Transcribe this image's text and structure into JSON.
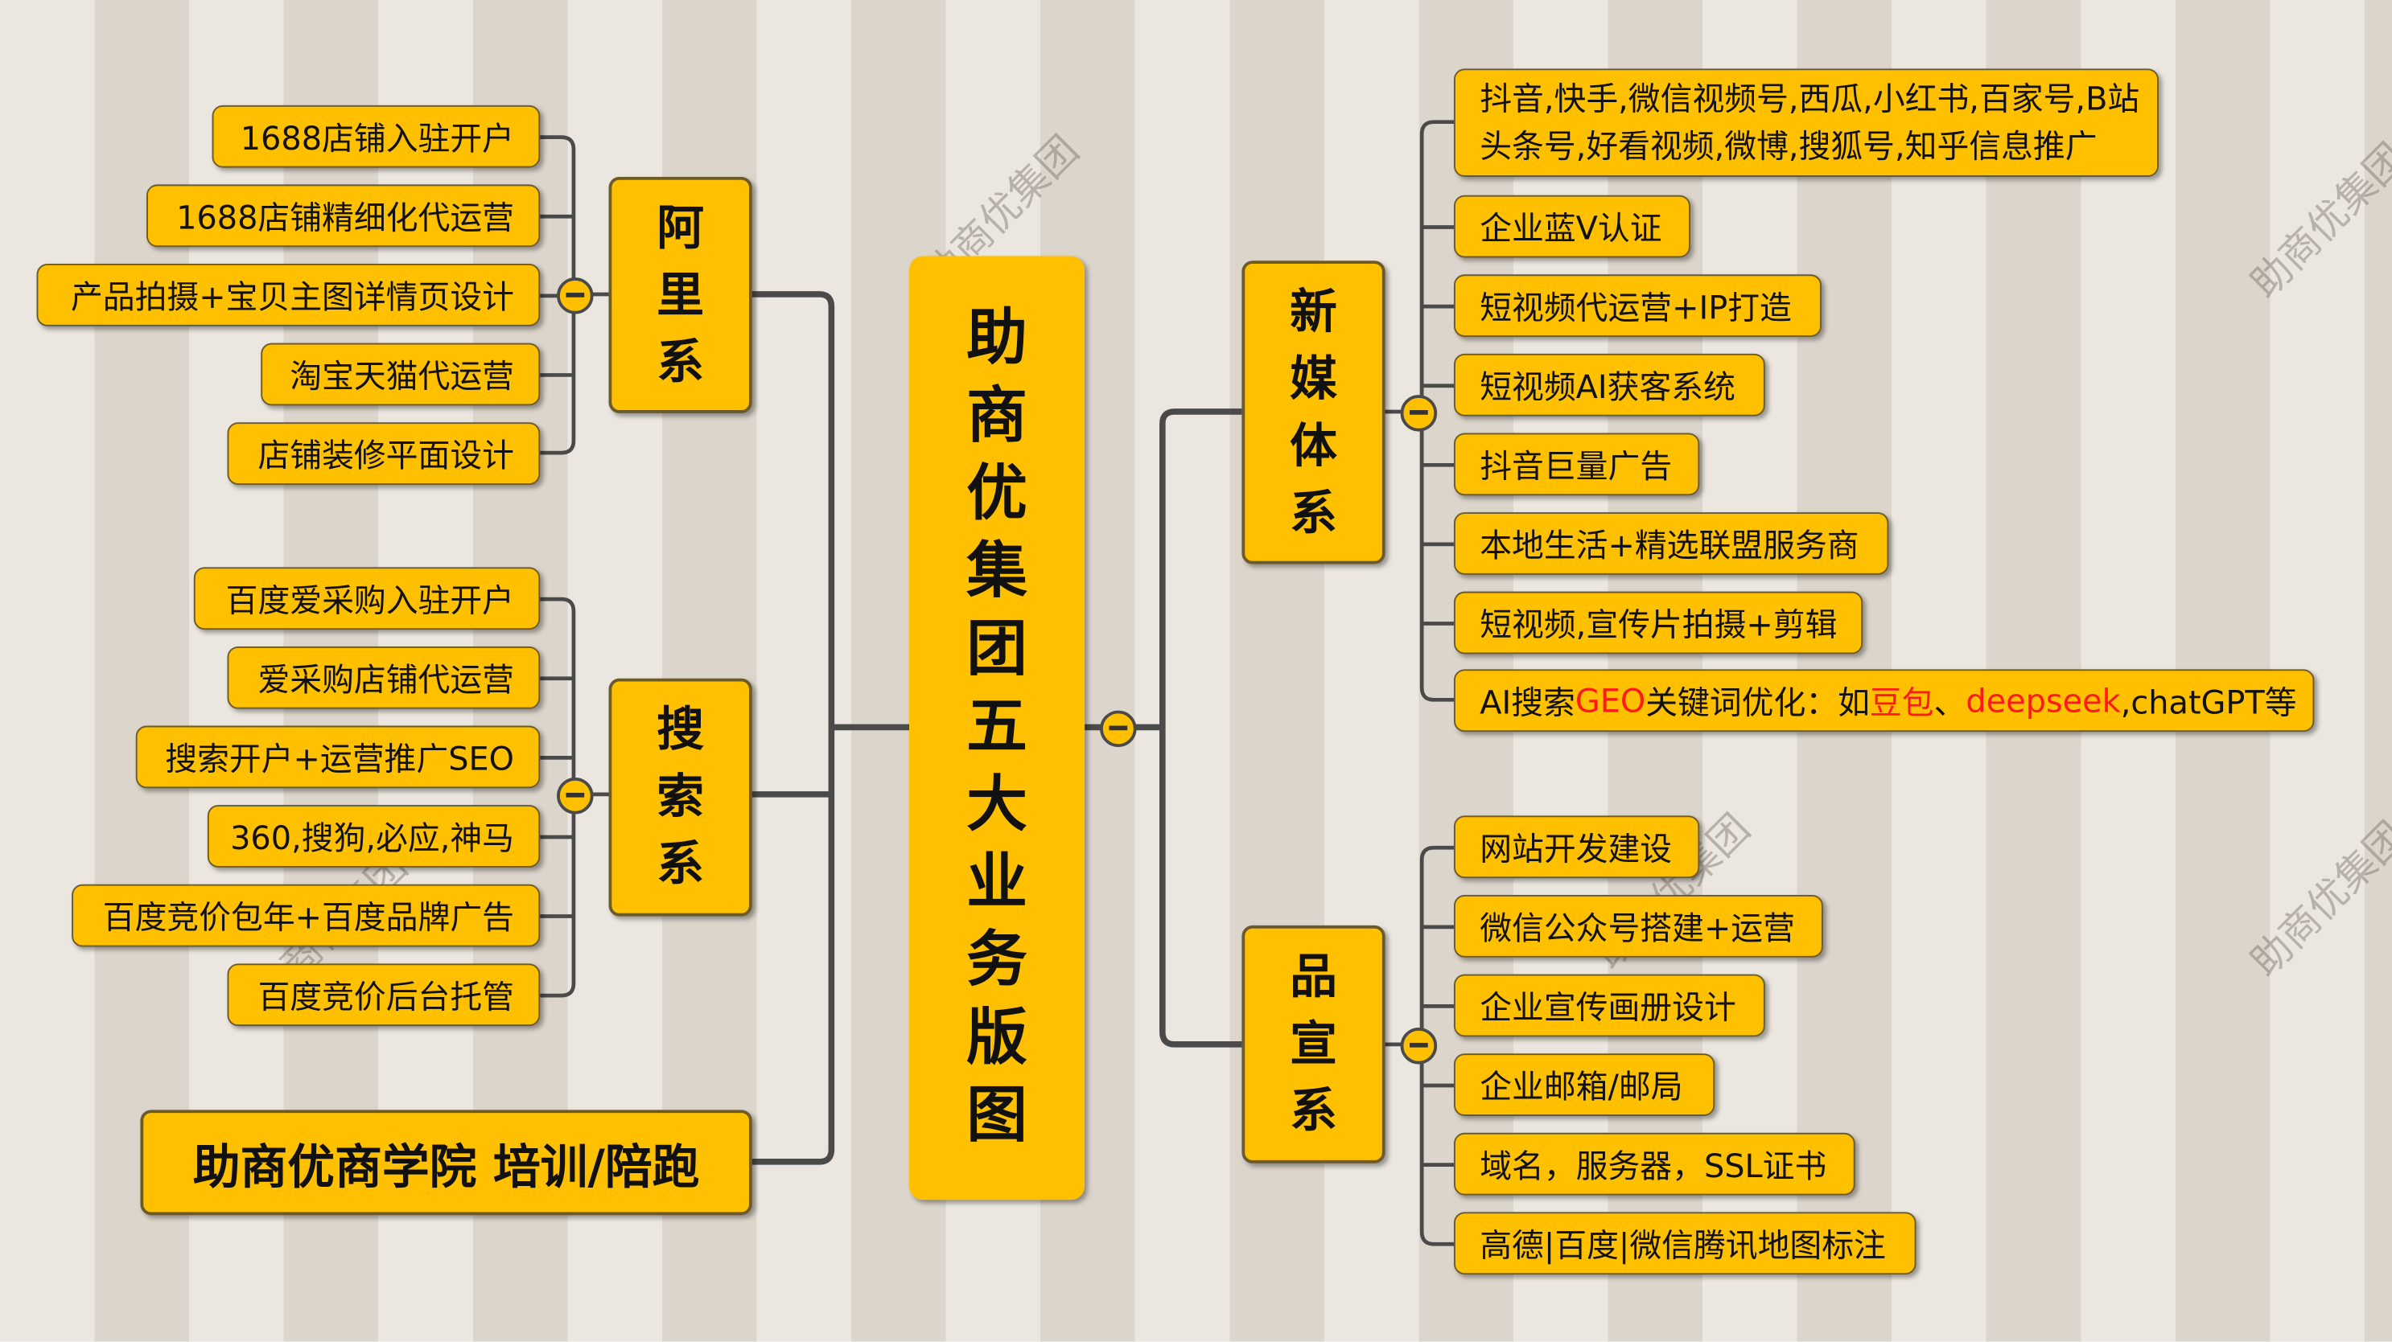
{
  "title": "助商优集团五大业务版图",
  "watermark": "助商优集团",
  "branches": {
    "ali": {
      "label": "阿里系",
      "items": [
        "1688店铺入驻开户",
        "1688店铺精细化代运营",
        "产品拍摄+宝贝主图详情页设计",
        "淘宝天猫代运营",
        "店铺装修平面设计"
      ]
    },
    "search": {
      "label": "搜索系",
      "items": [
        "百度爱采购入驻开户",
        "爱采购店铺代运营",
        "搜索开户+运营推广SEO",
        "360,搜狗,必应,神马",
        "百度竞价包年+百度品牌广告",
        "百度竞价后台托管"
      ]
    },
    "academy": {
      "label": "助商优商学院 培训/陪跑"
    },
    "newmedia": {
      "label": "新媒体系",
      "items": [
        "抖音,快手,微信视频号,西瓜,小红书,百家号,B站",
        "头条号,好看视频,微博,搜狐号,知乎信息推广",
        "企业蓝V认证",
        "短视频代运营+IP打造",
        "短视频AI获客系统",
        "抖音巨量广告",
        "本地生活+精选联盟服务商",
        "短视频,宣传片拍摄+剪辑"
      ],
      "ai_item": {
        "p1": "AI搜索",
        "p2": "GEO",
        "p3": "关键词优化：如",
        "p4": "豆包",
        "p5": "、",
        "p6": "deepseek",
        "p7": ",chatGPT等"
      }
    },
    "brand": {
      "label": "品宣系",
      "items": [
        "网站开发建设",
        "微信公众号搭建+运营",
        "企业宣传画册设计",
        "企业邮箱/邮局",
        "域名，服务器，SSL证书",
        "高德|百度|微信腾讯地图标注"
      ]
    }
  },
  "colors": {
    "node": "#ffc000",
    "highlight": "#ff1a1a",
    "line": "#4a4a4a"
  }
}
